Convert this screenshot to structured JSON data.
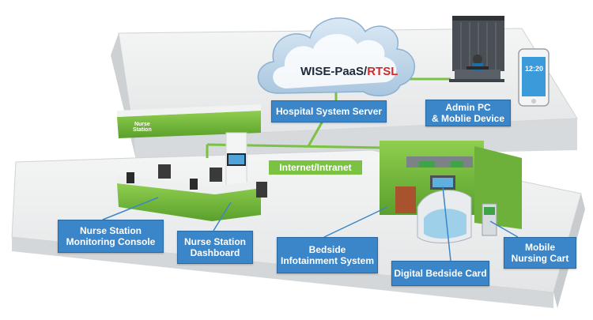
{
  "cloud": {
    "label_main": "WISE-PaaS/",
    "label_accent": "RTSL",
    "accent_color": "#d12a2a"
  },
  "colors": {
    "callout_blue": "#3a86c8",
    "network_green": "#7cc242",
    "platform": "#e8eaeb"
  },
  "network_label": "Internet/Intranet",
  "nurse_station_sign": "Nurse\nStation",
  "phone_time": "12:20",
  "callouts": {
    "hospital_server": "Hospital System Server",
    "admin_pc": "Admin PC\n& Moblie Device",
    "monitoring_console": "Nurse Station\nMonitoring Console",
    "dashboard": "Nurse Station\nDashboard",
    "bedside_infotainment": "Bedside\nInfotainment System",
    "digital_bedside_card": "Digital Bedside Card",
    "mobile_nursing_cart": "Mobile\nNursing Cart"
  }
}
